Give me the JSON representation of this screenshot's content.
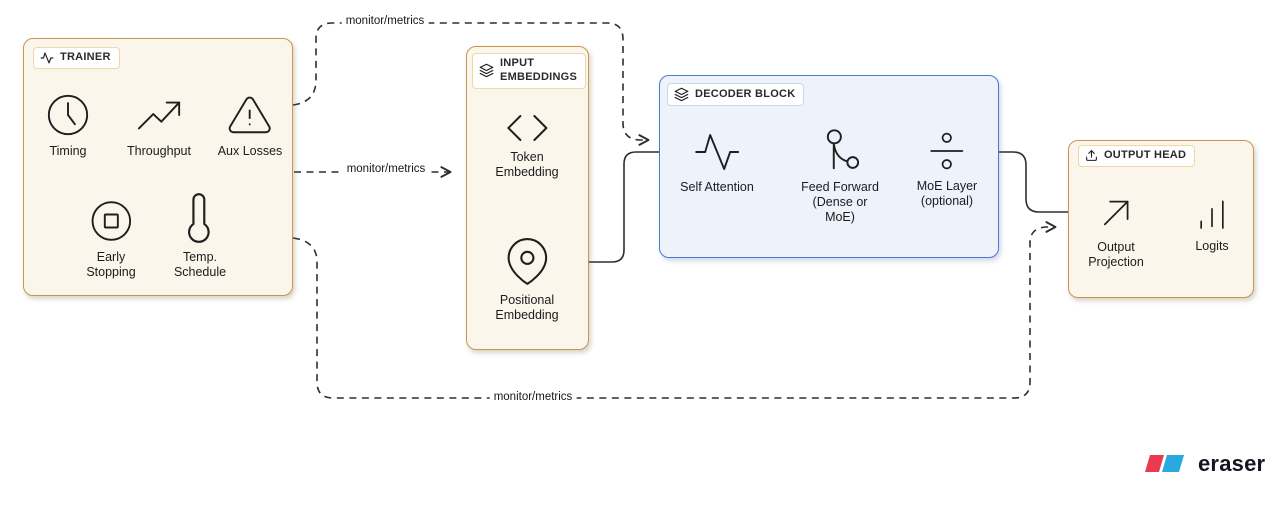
{
  "groups": {
    "trainer": {
      "title": "TRAINER",
      "items": {
        "timing": "Timing",
        "throughput": "Throughput",
        "aux_losses": "Aux Losses",
        "early_stopping": "Early\nStopping",
        "temp_schedule": "Temp.\nSchedule"
      }
    },
    "input_embeddings": {
      "title": "INPUT\nEMBEDDINGS",
      "items": {
        "token": "Token\nEmbedding",
        "positional": "Positional\nEmbedding"
      }
    },
    "decoder": {
      "title": "DECODER BLOCK",
      "items": {
        "self_attention": "Self Attention",
        "feed_forward": "Feed Forward\n(Dense or\nMoE)",
        "moe_layer": "MoE Layer\n(optional)"
      }
    },
    "output_head": {
      "title": "OUTPUT HEAD",
      "items": {
        "output_projection": "Output\nProjection",
        "logits": "Logits"
      }
    }
  },
  "edges": {
    "monitor_metrics": "monitor/metrics"
  },
  "colors": {
    "group_border": "#C9964E",
    "group_fill": "#FAF6EC",
    "decoder_border": "#4A7AD1",
    "decoder_fill": "#EDF2FB",
    "connector": "#2E2E2E",
    "brand_red": "#EA3A52",
    "brand_blue": "#29A9E0"
  },
  "footer": {
    "brand": "eraser"
  }
}
